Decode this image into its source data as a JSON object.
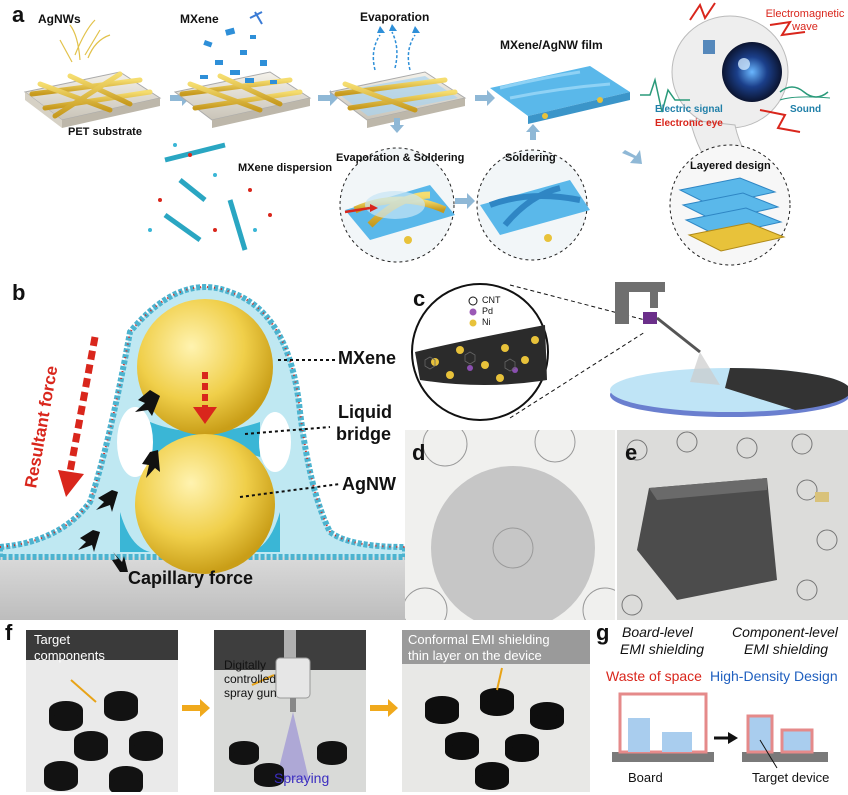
{
  "figure": {
    "panel_labels": [
      "a",
      "b",
      "c",
      "d",
      "e",
      "f",
      "g"
    ],
    "panel_a": {
      "agnws": "AgNWs",
      "mxene": "MXene",
      "evaporation": "Evaporation",
      "film": "MXene/AgNW film",
      "pet": "PET substrate",
      "dispersion": "MXene dispersion",
      "evap_solder": "Evaporation & Soldering",
      "soldering": "Soldering",
      "em_wave": "Electromagnetic wave",
      "electric_signal": "Electric signal",
      "electronic_eye": "Electronic eye",
      "sound": "Sound",
      "layered_design": "Layered design"
    },
    "panel_b": {
      "resultant_force": "Resultant force",
      "mxene": "MXene",
      "liquid_bridge_1": "Liquid",
      "liquid_bridge_2": "bridge",
      "agnw": "AgNW",
      "capillary_force": "Capillary force"
    },
    "panel_c": {
      "cnt": "CNT",
      "pd": "Pd",
      "ni": "Ni"
    },
    "panel_f": {
      "target_1": "Target",
      "target_2": "components",
      "spray_1": "Digitally",
      "spray_2": "controlled",
      "spray_3": "spray gun",
      "spraying": "Spraying",
      "conformal_1": "Conformal EMI shielding",
      "conformal_2": "thin layer on the device"
    },
    "panel_g": {
      "board_level_1": "Board-level",
      "board_level_2": "EMI shielding",
      "component_level_1": "Component-level",
      "component_level_2": "EMI shielding",
      "waste": "Waste of space",
      "high_density": "High-Density Design",
      "board": "Board",
      "target_device": "Target device"
    },
    "colors": {
      "red": "#d9261c",
      "blue": "#1f5fbf",
      "cyan": "#3ab6d6",
      "gold": "#e8c23a",
      "mxene_blue": "#4fb3e8"
    }
  }
}
